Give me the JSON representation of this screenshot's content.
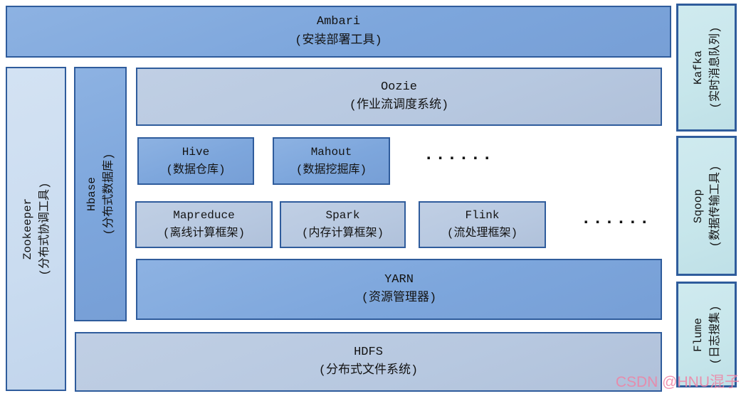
{
  "colors": {
    "medium_blue_fill": "#7da6dc",
    "light_blue_fill": "#cadcf0",
    "gray_blue_fill": "#b7c8e0",
    "cyan_fill": "#c7e6eb",
    "border_blue": "#2f5c9c",
    "watermark_pink": "#ee82a3",
    "background": "#ffffff",
    "text": "#131313"
  },
  "ambari": {
    "name": "Ambari",
    "desc": "(安装部署工具)"
  },
  "zookeeper": {
    "name": "Zookeeper",
    "desc": "(分布式协调工具)"
  },
  "hbase": {
    "name": "Hbase",
    "desc": "(分布式数据库)"
  },
  "oozie": {
    "name": "Oozie",
    "desc": "(作业流调度系统)"
  },
  "hive": {
    "name": "Hive",
    "desc": "(数据仓库)"
  },
  "mahout": {
    "name": "Mahout",
    "desc": "(数据挖掘库)"
  },
  "ellipsis1": "......",
  "mapreduce": {
    "name": "Mapreduce",
    "desc": "(离线计算框架)"
  },
  "spark": {
    "name": "Spark",
    "desc": "(内存计算框架)"
  },
  "flink": {
    "name": "Flink",
    "desc": "(流处理框架)"
  },
  "ellipsis2": "......",
  "yarn": {
    "name": "YARN",
    "desc": "(资源管理器)"
  },
  "hdfs": {
    "name": "HDFS",
    "desc": "(分布式文件系统)"
  },
  "kafka": {
    "name": "Kafka",
    "desc": "(实时消息队列)"
  },
  "sqoop": {
    "name": "Sqoop",
    "desc": "(数据传输工具)"
  },
  "flume": {
    "name": "Flume",
    "desc": "(日志搜集)"
  },
  "watermark": "CSDN @HNU混子"
}
